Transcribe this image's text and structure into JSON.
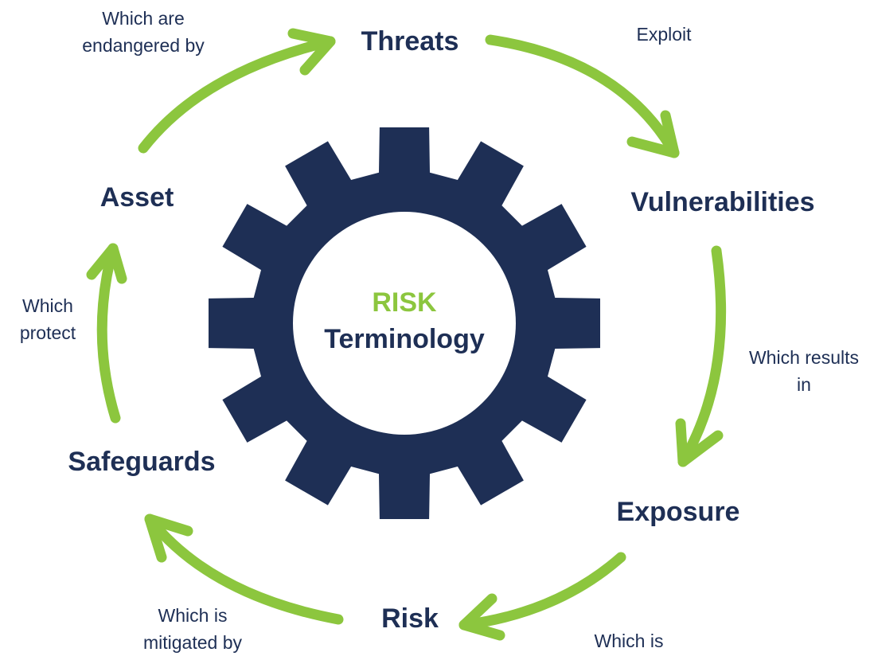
{
  "colors": {
    "navy": "#1e2f55",
    "green": "#8cc63e",
    "background": "#ffffff"
  },
  "center": {
    "line1": "RISK",
    "line2": "Terminology"
  },
  "nodes": {
    "threats": "Threats",
    "vulnerabilities": "Vulnerabilities",
    "exposure": "Exposure",
    "risk": "Risk",
    "safeguards": "Safeguards",
    "asset": "Asset"
  },
  "relations": {
    "asset_to_threats": [
      "Which are",
      "endangered by"
    ],
    "threats_to_vulnerabilities": [
      "Exploit"
    ],
    "vulnerabilities_to_exposure": [
      "Which results",
      "in"
    ],
    "exposure_to_risk": [
      "Which is"
    ],
    "risk_to_safeguards": [
      "Which is",
      "mitigated by"
    ],
    "safeguards_to_asset": [
      "Which",
      "protect"
    ]
  }
}
